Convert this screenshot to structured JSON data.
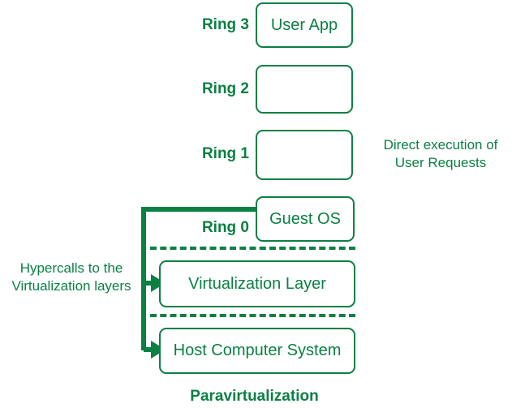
{
  "diagram": {
    "title": "Paravirtualization",
    "accent_color": "#0b8043",
    "background_color": "#ffffff",
    "rings": [
      {
        "label": "Ring 3",
        "box_text": "User App"
      },
      {
        "label": "Ring 2",
        "box_text": ""
      },
      {
        "label": "Ring 1",
        "box_text": ""
      },
      {
        "label": "Ring 0",
        "box_text": "Guest OS"
      }
    ],
    "layers": [
      {
        "box_text": "Virtualization Layer"
      },
      {
        "box_text": "Host Computer System"
      }
    ],
    "annotations": {
      "right": "Direct execution of\nUser Requests",
      "left": "Hypercalls to the\nVirtualization layers"
    }
  }
}
